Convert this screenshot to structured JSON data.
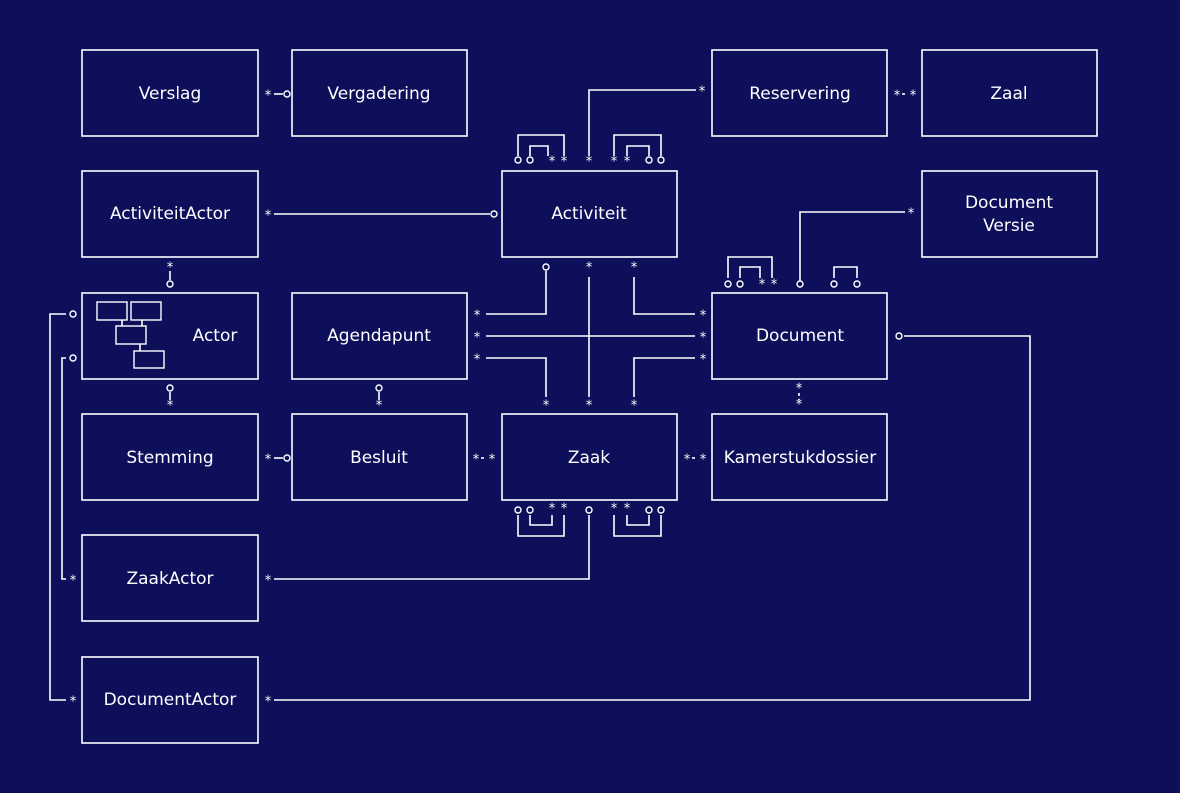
{
  "background": "#0e0f5a",
  "line_color": "#ffffff",
  "entities": {
    "verslag": "Verslag",
    "vergadering": "Vergadering",
    "reservering": "Reservering",
    "zaal": "Zaal",
    "activiteit_actor": "ActiviteitActor",
    "activiteit": "Activiteit",
    "document_versie": [
      "Document",
      "Versie"
    ],
    "actor": "Actor",
    "agendapunt": "Agendapunt",
    "document": "Document",
    "stemming": "Stemming",
    "besluit": "Besluit",
    "zaak": "Zaak",
    "kamerstukdossier": "Kamerstukdossier",
    "zaak_actor": "ZaakActor",
    "document_actor": "DocumentActor"
  },
  "icons": {
    "actor": "org-chart-icon"
  }
}
